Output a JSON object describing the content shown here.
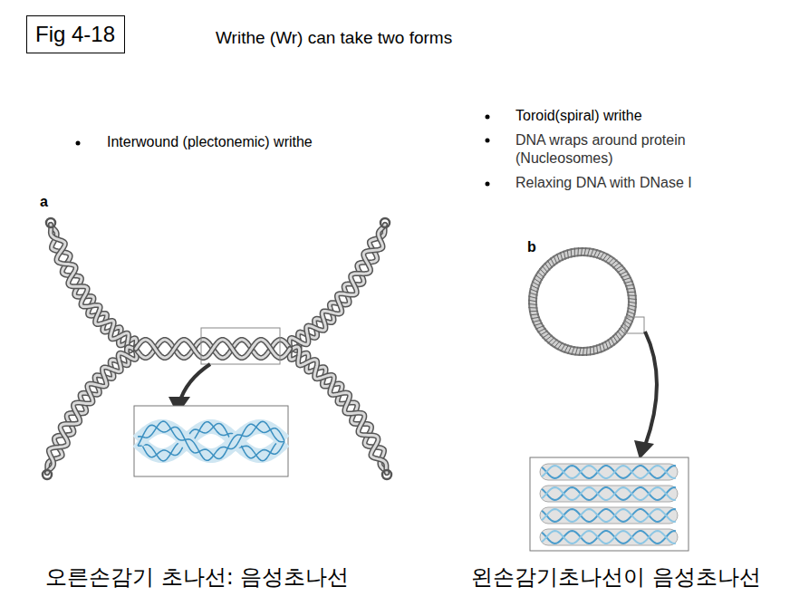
{
  "diagram": {
    "title": "Writhe (Wr) can take two forms",
    "nodes": [
      {
        "text": [
          "Fig 4-18"
        ]
      }
    ],
    "labels": [
      "Interwound (plectonemic) writhe",
      "Toroid(spiral) writhe",
      "DNA wraps around protein (Nucleosomes)",
      "Relaxing DNA with DNase I",
      "a",
      "b",
      "오른손감기 초나선: 음성초나선",
      "왼손감기초나선이 음성초나선"
    ]
  }
}
